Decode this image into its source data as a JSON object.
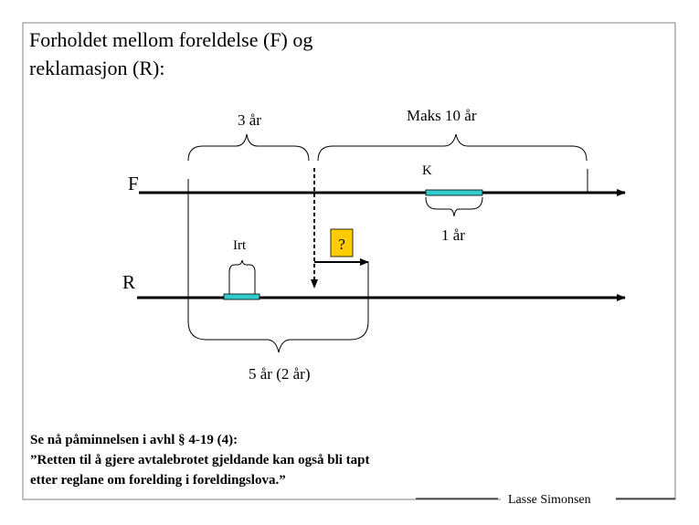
{
  "title": [
    "Forholdet mellom foreldelse (F) og",
    "reklamasjon (R):"
  ],
  "labels": {
    "three_years": "3 år",
    "max_ten_years": "Maks 10 år",
    "f_line": "F",
    "r_line": "R",
    "k": "K",
    "one_year": "1 år",
    "irt": "Irt",
    "question": "?",
    "five_years": "5 år (2 år)"
  },
  "note": [
    "Se nå påminnelsen i avhl § 4-19 (4):",
    "”Retten til å gjere avtalebrotet gjeldande kan også bli tapt",
    "etter reglane om forelding i foreldingslova.”"
  ],
  "footer": "Lasse Simonsen",
  "colors": {
    "bar_fill": "#33CCCC",
    "question_fill": "#FFCC00",
    "line": "#000000",
    "frame": "#808080"
  }
}
